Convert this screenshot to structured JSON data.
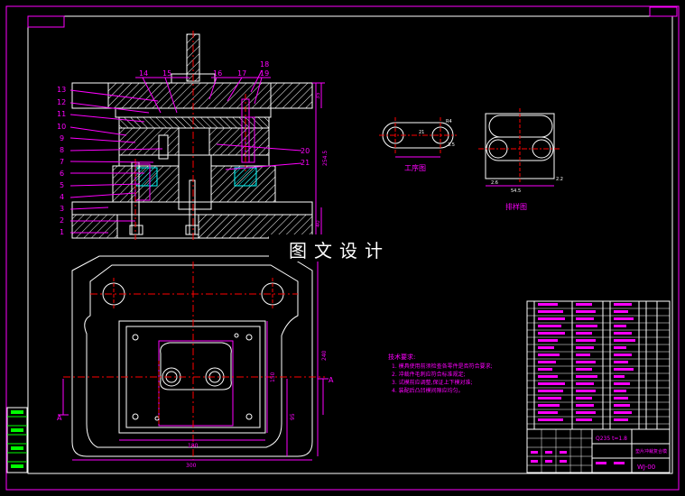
{
  "watermark": "图文设计",
  "part_labels_left": [
    "13",
    "12",
    "11",
    "10",
    "9",
    "8",
    "7",
    "6",
    "5",
    "4",
    "3",
    "2",
    "1"
  ],
  "part_labels_top": [
    "14",
    "15",
    "16",
    "17",
    "18",
    "19"
  ],
  "part_labels_right": [
    "20",
    "21"
  ],
  "dims": {
    "top_height": "35",
    "total_height": "254.5",
    "bottom_height": "40",
    "plan_right_outer": "240",
    "plan_right_inner": "150",
    "plan_right_low": "95",
    "plan_inner_width": "180",
    "plan_outer_width": "300"
  },
  "section_label_left": "A",
  "section_label_right": "A",
  "process_view": {
    "caption": "工序图",
    "dims": [
      "R4",
      "21",
      "3.5"
    ]
  },
  "layout_view": {
    "caption": "排样图",
    "dims": [
      "2.6",
      "54.5",
      "2.2"
    ]
  },
  "tech_requirements": {
    "title": "技术要求:",
    "items": [
      "1.  模具使用前须检查各零件是否符合要求;",
      "2.  冲裁件毛刺应符合标准规定;",
      "3.  试模前应调整,保证上下模对准;",
      "4.  装配后凸凹模间隙应均匀。"
    ]
  },
  "title_block": {
    "material": "Q235 t=1.8",
    "name": "垫片冲裁复合模",
    "code": "WJ-00"
  },
  "colors": {
    "frame": "#ff00ff",
    "white": "#ffffff",
    "red": "#ff0000",
    "magenta": "#ff00ff",
    "cyan": "#00ffff",
    "green": "#00ff00"
  }
}
